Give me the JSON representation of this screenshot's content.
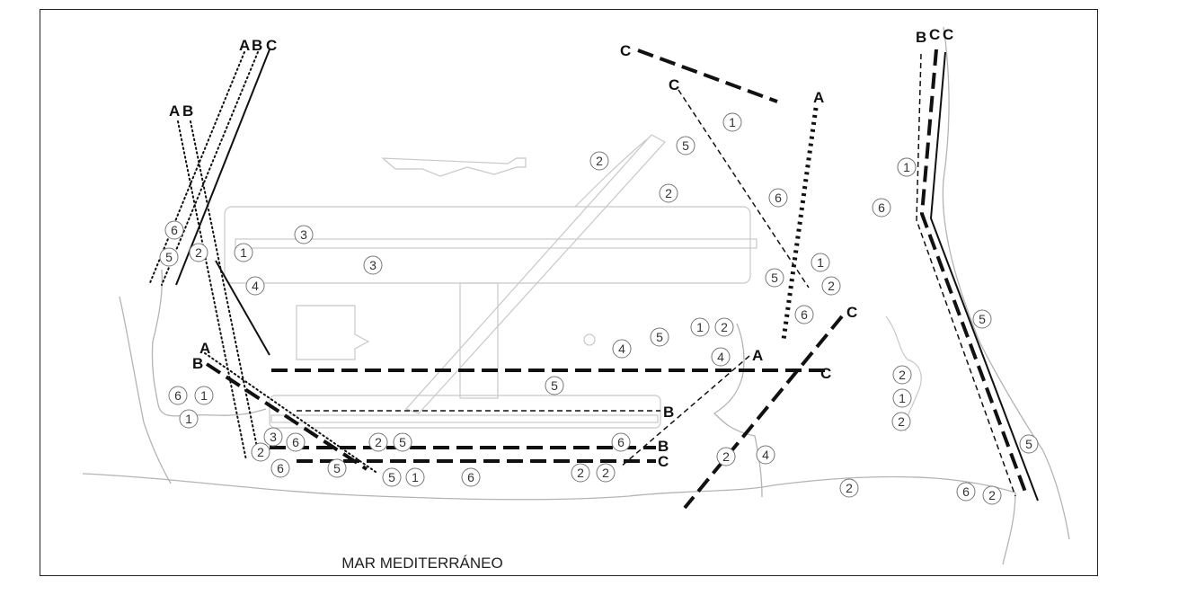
{
  "sea_label": "MAR MEDITERRÁNEO",
  "colors": {
    "line": "#111111",
    "outline": "#b4b4b4",
    "frame": "#222222"
  },
  "route_labels": [
    {
      "id": "abc-nw-a",
      "text": "A"
    },
    {
      "id": "abc-nw-b",
      "text": "B"
    },
    {
      "id": "abc-nw-c",
      "text": "C"
    },
    {
      "id": "ab-w-a",
      "text": "A"
    },
    {
      "id": "ab-w-b",
      "text": "B"
    },
    {
      "id": "c-north",
      "text": "C"
    },
    {
      "id": "c-mid",
      "text": "C"
    },
    {
      "id": "a-ne",
      "text": "A"
    },
    {
      "id": "bcc-b",
      "text": "B"
    },
    {
      "id": "bcc-c1",
      "text": "C"
    },
    {
      "id": "bcc-c2",
      "text": "C"
    },
    {
      "id": "a-sw",
      "text": "A"
    },
    {
      "id": "b-sw",
      "text": "B"
    },
    {
      "id": "a-mid",
      "text": "A"
    },
    {
      "id": "c-right",
      "text": "C"
    },
    {
      "id": "c-se",
      "text": "C"
    },
    {
      "id": "b-upper",
      "text": "B"
    },
    {
      "id": "b-lower",
      "text": "B"
    },
    {
      "id": "c-lower",
      "text": "C"
    }
  ],
  "zones": [
    "1",
    "2",
    "5",
    "2",
    "6",
    "1",
    "5",
    "2",
    "6",
    "3",
    "1",
    "6",
    "5",
    "2",
    "3",
    "4",
    "2",
    "1",
    "6",
    "5",
    "2",
    "1",
    "2",
    "5",
    "2",
    "6",
    "2",
    "4",
    "5",
    "1",
    "2",
    "4",
    "5",
    "6",
    "1",
    "1",
    "3",
    "6",
    "2",
    "5",
    "6",
    "2",
    "6",
    "5",
    "5",
    "1",
    "6",
    "2",
    "2",
    "2",
    "4"
  ]
}
